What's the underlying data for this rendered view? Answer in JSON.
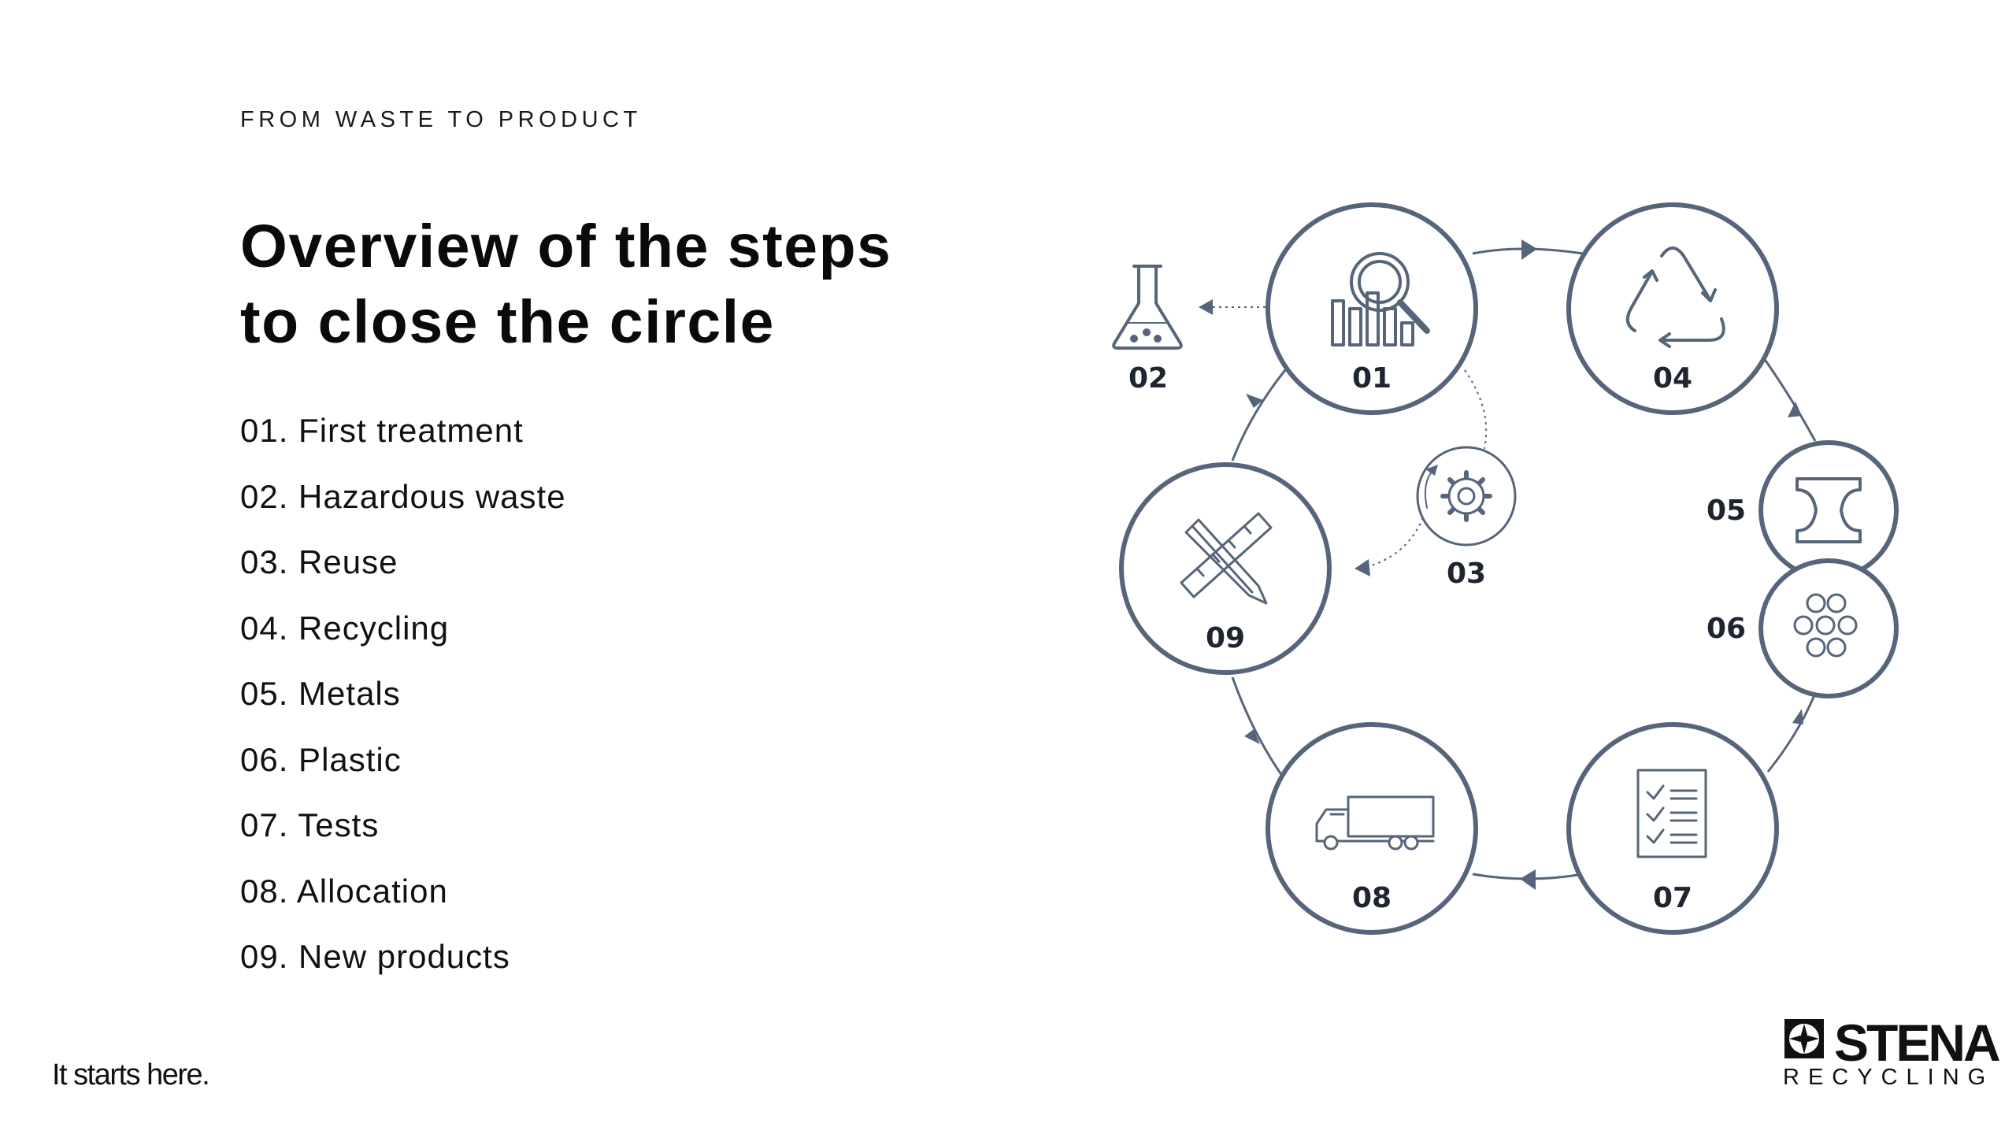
{
  "header": {
    "eyebrow": "FROM WASTE TO PRODUCT",
    "title_line1": "Overview of the steps",
    "title_line2": "to close the circle"
  },
  "steps": [
    "01. First treatment",
    "02. Hazardous waste",
    "03. Reuse",
    "04. Recycling",
    "05. Metals",
    "06. Plastic",
    "07. Tests",
    "08. Allocation",
    "09. New products"
  ],
  "diagram": {
    "labels": {
      "n01": "01",
      "n02": "02",
      "n03": "03",
      "n04": "04",
      "n05": "05",
      "n06": "06",
      "n07": "07",
      "n08": "08",
      "n09": "09"
    },
    "icons": {
      "n01": "magnifier-chart-icon",
      "n02": "flask-icon",
      "n03": "gear-icon",
      "n04": "recycle-icon",
      "n05": "metal-beam-icon",
      "n06": "plastic-pellets-icon",
      "n07": "checklist-icon",
      "n08": "truck-icon",
      "n09": "ruler-pencil-icon"
    },
    "colors": {
      "stroke": "#56657a",
      "text": "#1e2430"
    }
  },
  "footer": {
    "tagline": "It starts here.",
    "brand": "STENA",
    "brand_sub": "RECYCLING"
  }
}
